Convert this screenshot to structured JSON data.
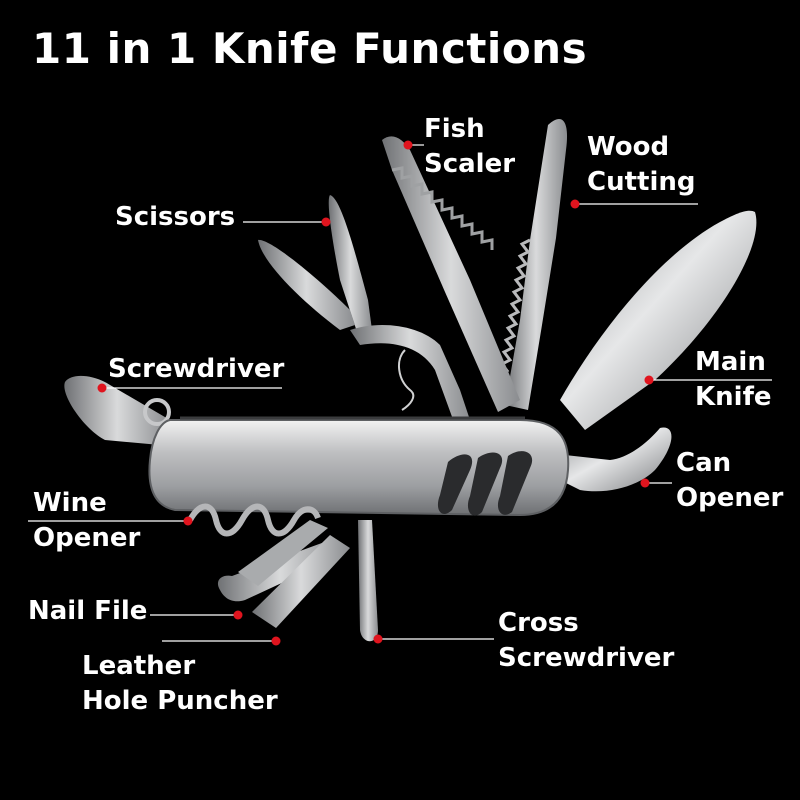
{
  "title": "11 in 1 Knife Functions",
  "colors": {
    "background": "#000000",
    "text": "#ffffff",
    "marker": "#e0141e",
    "steel": "#c9cacc"
  },
  "labels": {
    "fish_scaler": [
      "Fish",
      "Scaler"
    ],
    "wood_cutting": [
      "Wood",
      "Cutting"
    ],
    "scissors": [
      "Scissors"
    ],
    "screwdriver": [
      "Screwdriver"
    ],
    "main_knife": [
      "Main",
      "Knife"
    ],
    "can_opener": [
      "Can",
      "Opener"
    ],
    "wine_opener": [
      "Wine",
      "Opener"
    ],
    "nail_file": [
      "Nail File"
    ],
    "cross_screwdriver": [
      "Cross",
      "Screwdriver"
    ],
    "leather_hole_puncher": [
      "Leather",
      "Hole Puncher"
    ]
  }
}
